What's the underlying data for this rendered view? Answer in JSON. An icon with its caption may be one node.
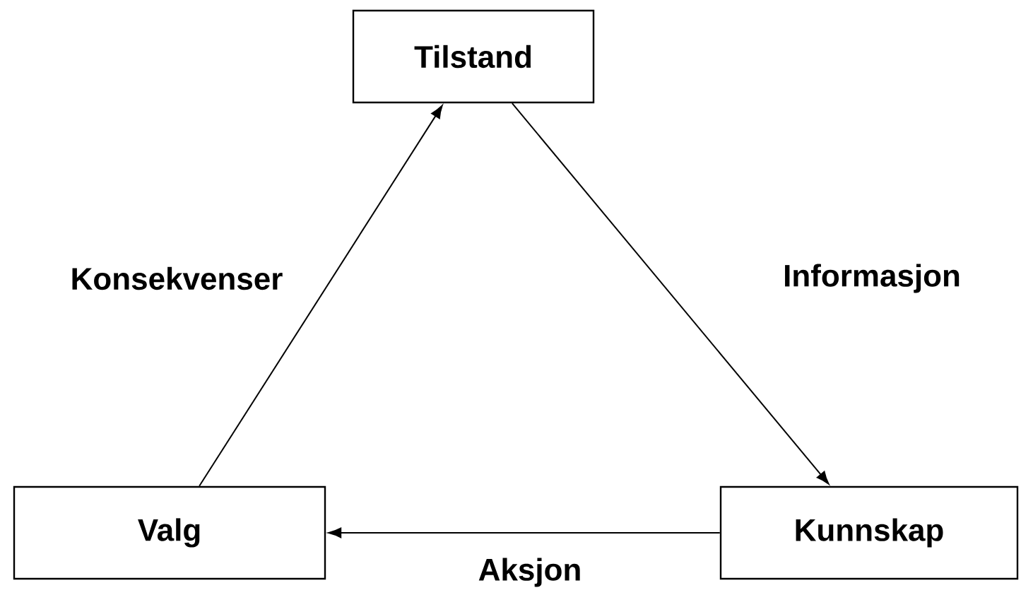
{
  "diagram": {
    "nodes": [
      {
        "text": [
          "Tilstand"
        ]
      },
      {
        "text": [
          "Kunnskap"
        ]
      },
      {
        "text": [
          "Valg"
        ]
      }
    ],
    "edges": [
      {
        "from": 0,
        "to": 1,
        "arrow": "to",
        "label": "Informasjon"
      },
      {
        "from": 1,
        "to": 2,
        "arrow": "to",
        "label": "Aksjon"
      },
      {
        "from": 2,
        "to": 0,
        "arrow": "to",
        "label": "Konsekvenser"
      }
    ]
  }
}
